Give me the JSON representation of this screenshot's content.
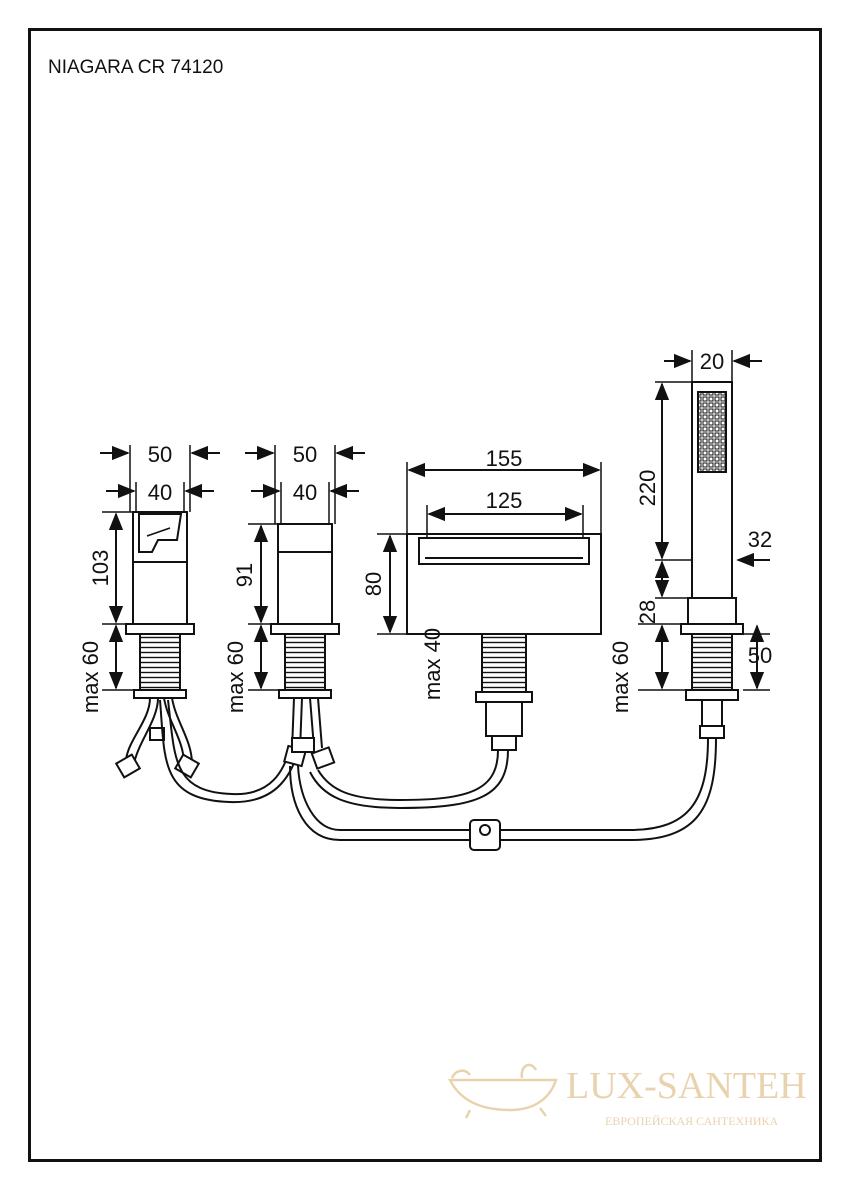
{
  "title": "NIAGARA CR 74120",
  "dimensions": {
    "v1_w50": "50",
    "v1_w40": "40",
    "v1_h": "103",
    "v1_max": "max 60",
    "v2_w50": "50",
    "v2_w40": "40",
    "v2_h": "91",
    "v2_max": "max 60",
    "sp_w155": "155",
    "sp_w125": "125",
    "sp_h80": "80",
    "sp_max": "max 40",
    "sh_w20": "20",
    "sh_h220": "220",
    "sh_32": "32",
    "sh_28": "28",
    "sh_max": "max 60",
    "sh_50": "50"
  },
  "watermark": {
    "brand": "LUX-SANTEH",
    "tagline": "ЕВРОПЕЙСКАЯ САНТЕХНИКА",
    "logo_icon": "bathtub-icon"
  }
}
